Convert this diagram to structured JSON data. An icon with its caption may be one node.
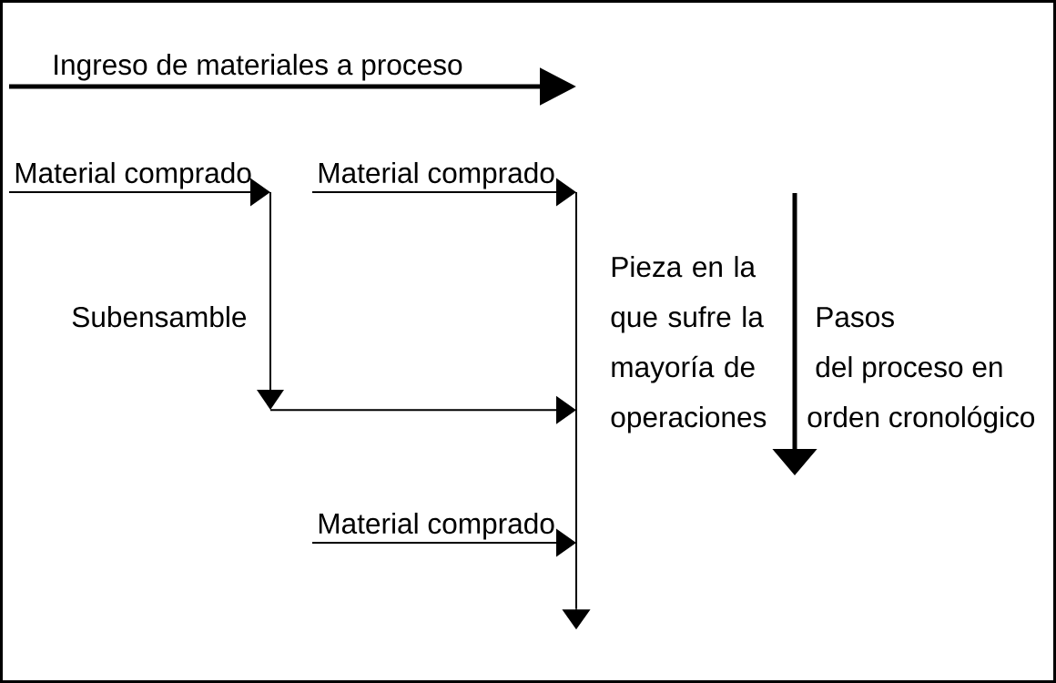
{
  "diagram": {
    "nodes": [
      {
        "text": [
          "Material comprado"
        ]
      },
      {
        "text": [
          "Material comprado"
        ]
      },
      {
        "text": [],
        "shape": "bar",
        "beside": [
          "Subensamble"
        ]
      },
      {
        "text": [],
        "shape": "bar",
        "beside": [
          "Pieza en la que sufre la mayoría de operaciones"
        ]
      },
      {
        "text": [
          "Material comprado"
        ]
      }
    ],
    "edges": [
      {
        "from": 0,
        "to": 2,
        "arrow": "to"
      },
      {
        "from": 1,
        "to": 3,
        "arrow": "to"
      },
      {
        "from": 2,
        "to": 3,
        "arrow": "to"
      },
      {
        "from": 4,
        "to": 3,
        "arrow": "to"
      },
      {
        "from": 3,
        "to": null,
        "arrow": "to"
      }
    ],
    "labels": [
      "Ingreso de materiales a proceso",
      "Pasos del proceso en orden cronológico"
    ]
  }
}
